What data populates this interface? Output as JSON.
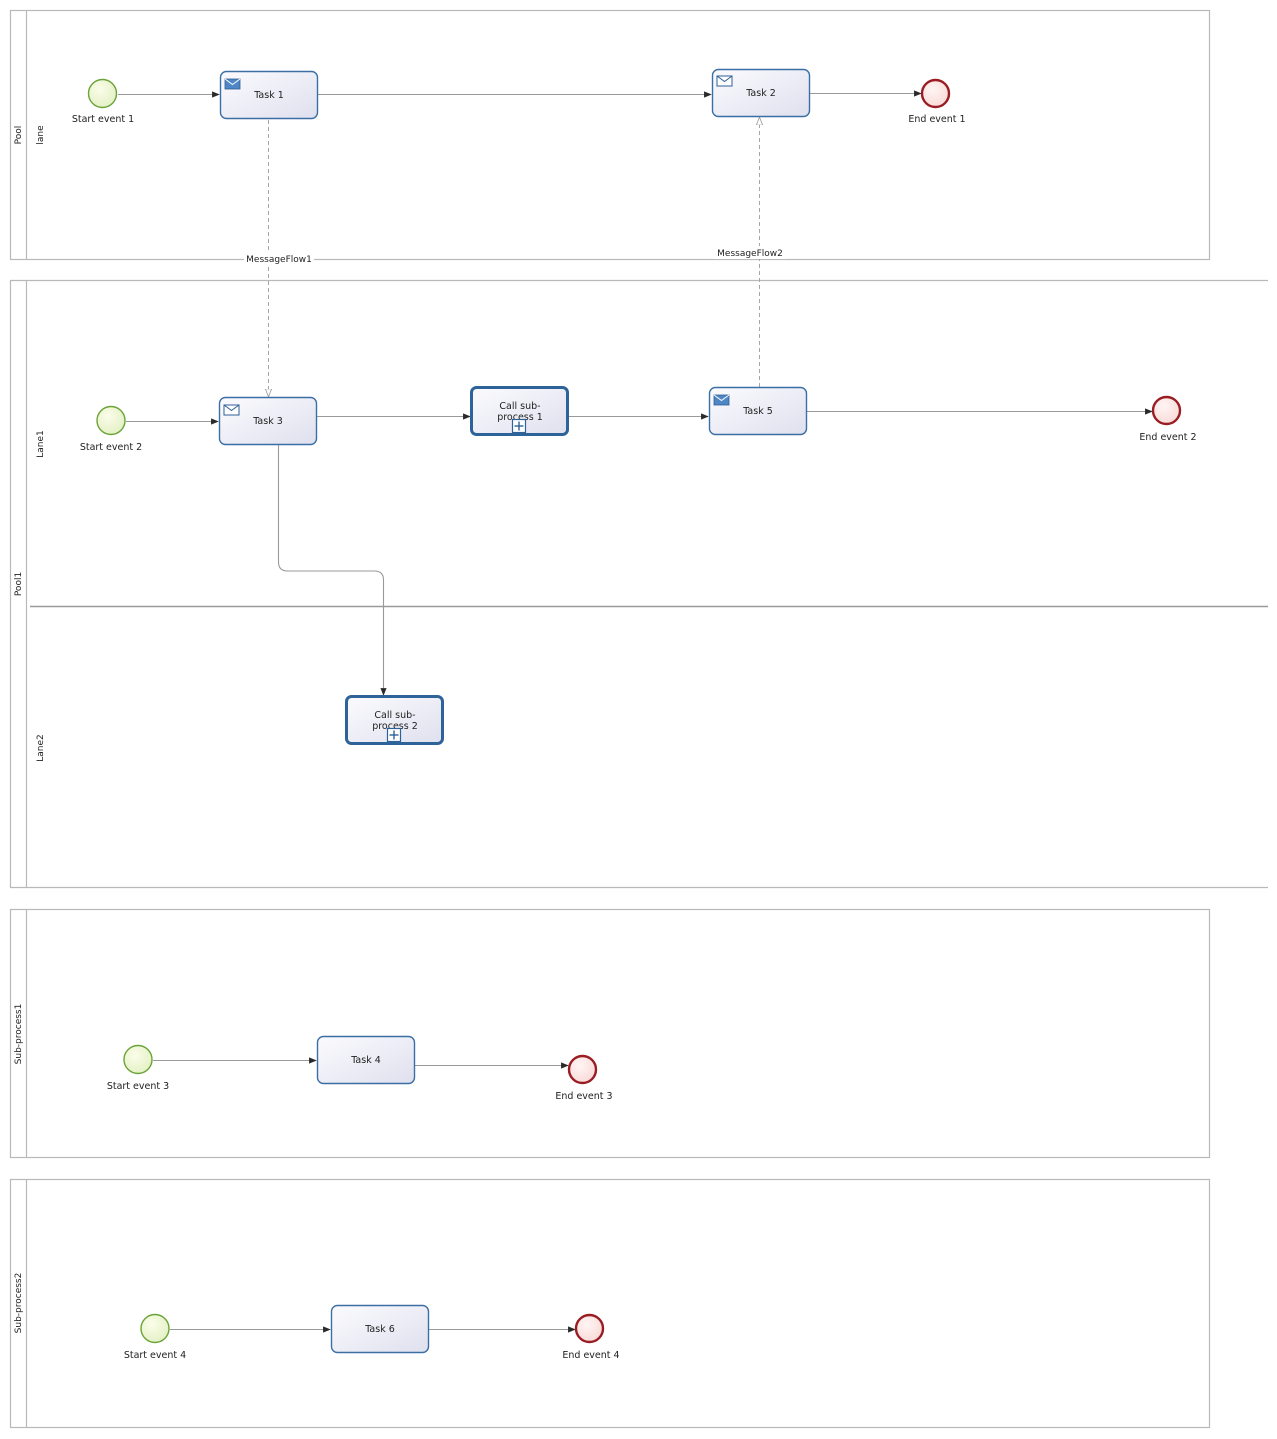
{
  "pools": [
    {
      "id": "pool",
      "label": "Pool",
      "lanes": [
        "lane"
      ]
    },
    {
      "id": "pool1",
      "label": "Pool1",
      "lanes": [
        "Lane1",
        "Lane2"
      ]
    },
    {
      "id": "sub1",
      "label": "Sub-process1",
      "lanes": []
    },
    {
      "id": "sub2",
      "label": "Sub-process2",
      "lanes": []
    }
  ],
  "events": {
    "start1": "Start event 1",
    "end1": "End event 1",
    "start2": "Start event 2",
    "end2": "End event 2",
    "start3": "Start event 3",
    "end3": "End event 3",
    "start4": "Start event 4",
    "end4": "End event 4"
  },
  "tasks": {
    "task1": "Task 1",
    "task2": "Task 2",
    "task3": "Task 3",
    "task4": "Task 4",
    "task5": "Task 5",
    "task6": "Task 6",
    "call1": [
      "Call sub-",
      "process 1"
    ],
    "call2": [
      "Call sub-",
      "process 2"
    ]
  },
  "message_flows": {
    "mf1": "MessageFlow1",
    "mf2": "MessageFlow2"
  },
  "colors": {
    "start_stroke": "#6aa337",
    "end_stroke": "#9b1d24",
    "task_stroke": "#3a6ea5",
    "call_stroke": "#2d6399",
    "envelope_fill": "#4f86c6"
  }
}
